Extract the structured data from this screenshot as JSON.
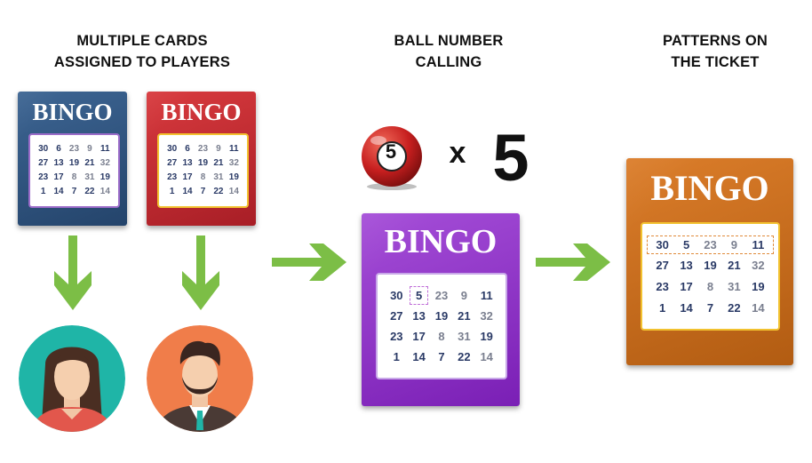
{
  "headings": {
    "players": "MULTIPLE CARDS\nASSIGNED TO PLAYERS",
    "calling": "BALL NUMBER\nCALLING",
    "patterns": "PATTERNS ON\nTHE TICKET"
  },
  "card_title": "BINGO",
  "card_numbers": [
    [
      "30",
      "6",
      "23",
      "9",
      "11"
    ],
    [
      "27",
      "13",
      "19",
      "21",
      "32"
    ],
    [
      "23",
      "17",
      "8",
      "31",
      "19"
    ],
    [
      "1",
      "14",
      "7",
      "22",
      "14"
    ]
  ],
  "called_card_numbers": [
    [
      "30",
      "5",
      "23",
      "9",
      "11"
    ],
    [
      "27",
      "13",
      "19",
      "21",
      "32"
    ],
    [
      "23",
      "17",
      "8",
      "31",
      "19"
    ],
    [
      "1",
      "14",
      "7",
      "22",
      "14"
    ]
  ],
  "ball": {
    "number": "5",
    "times": "x",
    "count": "5"
  },
  "colors": {
    "blue_card": "#2e4f78",
    "red_card": "#c1272d",
    "purple_card": "#8a2cc2",
    "orange_card": "#c96a1b",
    "arrow": "#7cbe46",
    "number_blue": "#2a3a66",
    "number_gray": "#7a7f8f"
  }
}
